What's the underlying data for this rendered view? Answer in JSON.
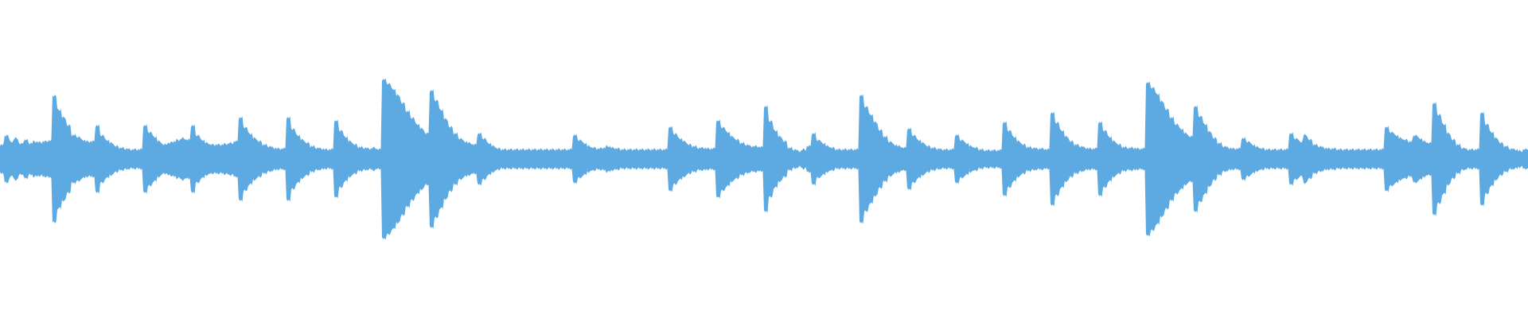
{
  "waveform": {
    "color": "#5DA9E1",
    "background": "#FFFFFF",
    "samples": [
      0.18,
      0.3,
      0.22,
      0.26,
      0.19,
      0.24,
      0.2,
      0.22,
      0.21,
      0.22,
      0.23,
      0.8,
      0.62,
      0.52,
      0.42,
      0.3,
      0.28,
      0.24,
      0.22,
      0.22,
      0.42,
      0.3,
      0.24,
      0.2,
      0.16,
      0.14,
      0.13,
      0.12,
      0.12,
      0.12,
      0.42,
      0.34,
      0.28,
      0.22,
      0.18,
      0.2,
      0.22,
      0.24,
      0.26,
      0.24,
      0.42,
      0.3,
      0.24,
      0.2,
      0.18,
      0.18,
      0.18,
      0.19,
      0.2,
      0.22,
      0.52,
      0.4,
      0.32,
      0.26,
      0.22,
      0.18,
      0.16,
      0.14,
      0.13,
      0.13,
      0.52,
      0.38,
      0.3,
      0.24,
      0.2,
      0.16,
      0.14,
      0.13,
      0.12,
      0.12,
      0.48,
      0.36,
      0.28,
      0.22,
      0.18,
      0.15,
      0.14,
      0.13,
      0.14,
      0.12,
      1.0,
      0.95,
      0.88,
      0.8,
      0.7,
      0.6,
      0.52,
      0.44,
      0.38,
      0.32,
      0.86,
      0.74,
      0.62,
      0.5,
      0.4,
      0.32,
      0.26,
      0.22,
      0.2,
      0.18,
      0.32,
      0.26,
      0.2,
      0.16,
      0.13,
      0.12,
      0.12,
      0.12,
      0.12,
      0.12,
      0.12,
      0.12,
      0.12,
      0.12,
      0.12,
      0.12,
      0.12,
      0.12,
      0.12,
      0.12,
      0.3,
      0.24,
      0.2,
      0.16,
      0.14,
      0.13,
      0.14,
      0.16,
      0.14,
      0.13,
      0.12,
      0.12,
      0.12,
      0.12,
      0.12,
      0.12,
      0.12,
      0.12,
      0.12,
      0.12,
      0.4,
      0.32,
      0.26,
      0.22,
      0.18,
      0.16,
      0.14,
      0.14,
      0.13,
      0.13,
      0.48,
      0.4,
      0.34,
      0.28,
      0.24,
      0.2,
      0.18,
      0.16,
      0.16,
      0.15,
      0.66,
      0.48,
      0.36,
      0.28,
      0.22,
      0.14,
      0.12,
      0.1,
      0.12,
      0.16,
      0.32,
      0.24,
      0.2,
      0.16,
      0.14,
      0.12,
      0.12,
      0.12,
      0.12,
      0.12,
      0.8,
      0.66,
      0.56,
      0.46,
      0.36,
      0.28,
      0.22,
      0.18,
      0.16,
      0.14,
      0.38,
      0.3,
      0.24,
      0.2,
      0.16,
      0.14,
      0.13,
      0.12,
      0.12,
      0.12,
      0.3,
      0.24,
      0.2,
      0.16,
      0.14,
      0.12,
      0.11,
      0.11,
      0.11,
      0.11,
      0.46,
      0.36,
      0.28,
      0.22,
      0.18,
      0.15,
      0.14,
      0.13,
      0.13,
      0.12,
      0.58,
      0.46,
      0.36,
      0.28,
      0.22,
      0.18,
      0.16,
      0.14,
      0.13,
      0.13,
      0.46,
      0.36,
      0.28,
      0.22,
      0.18,
      0.15,
      0.14,
      0.14,
      0.13,
      0.13,
      0.96,
      0.9,
      0.82,
      0.72,
      0.62,
      0.52,
      0.44,
      0.38,
      0.32,
      0.28,
      0.66,
      0.54,
      0.44,
      0.34,
      0.26,
      0.2,
      0.16,
      0.14,
      0.13,
      0.13,
      0.26,
      0.22,
      0.18,
      0.15,
      0.13,
      0.12,
      0.12,
      0.12,
      0.12,
      0.12,
      0.32,
      0.26,
      0.22,
      0.3,
      0.24,
      0.18,
      0.16,
      0.14,
      0.13,
      0.13,
      0.12,
      0.12,
      0.12,
      0.12,
      0.12,
      0.12,
      0.12,
      0.12,
      0.12,
      0.12,
      0.4,
      0.34,
      0.3,
      0.26,
      0.24,
      0.22,
      0.3,
      0.26,
      0.22,
      0.2,
      0.7,
      0.56,
      0.44,
      0.32,
      0.24,
      0.18,
      0.14,
      0.12,
      0.12,
      0.12,
      0.58,
      0.44,
      0.34,
      0.26,
      0.2,
      0.16,
      0.13,
      0.12,
      0.1,
      0.12
    ]
  }
}
